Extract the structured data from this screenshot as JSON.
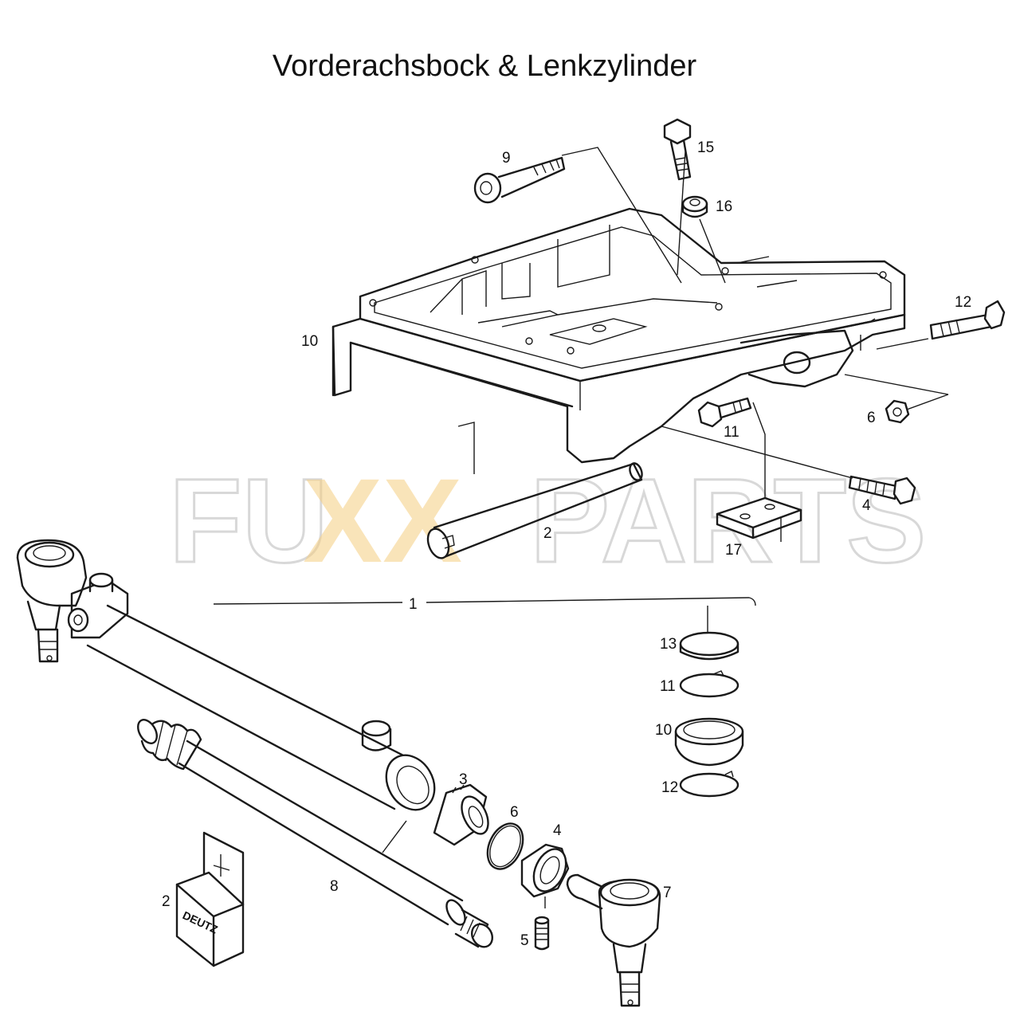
{
  "title": "Vorderachsbock & Lenkzylinder",
  "watermark": {
    "text_left": "FU",
    "text_mid": "XX",
    "text_right": "PARTS",
    "color_gray": "#d9d9d9",
    "color_gold": "#f3c46a"
  },
  "callouts": {
    "upper_9": "9",
    "upper_15": "15",
    "upper_16": "16",
    "upper_10": "10",
    "upper_12": "12",
    "upper_6": "6",
    "upper_11": "11",
    "upper_4": "4",
    "upper_2": "2",
    "upper_17": "17",
    "cyl_1": "1",
    "kit_13": "13",
    "kit_11": "11",
    "kit_10": "10",
    "kit_12": "12",
    "lower_3": "3",
    "lower_6": "6",
    "lower_4": "4",
    "lower_5": "5",
    "lower_7": "7",
    "lower_8": "8",
    "lower_2": "2"
  },
  "grease_box_text": "DEUTZ"
}
